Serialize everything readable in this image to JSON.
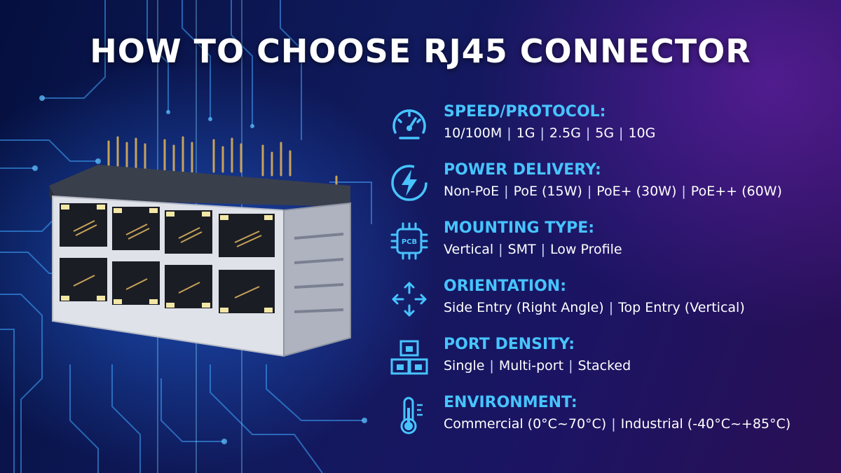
{
  "title": "HOW TO CHOOSE RJ45 CONNECTOR",
  "pcb_chip_text": "PCB",
  "features": [
    {
      "icon": "speedometer-icon",
      "title": "SPEED/PROTOCOL:",
      "options": [
        "10/100M",
        "1G",
        "2.5G",
        "5G",
        "10G"
      ]
    },
    {
      "icon": "lightning-bolt-icon",
      "title": "POWER DELIVERY:",
      "options": [
        "Non-PoE",
        "PoE (15W)",
        "PoE+ (30W)",
        "PoE++ (60W)"
      ]
    },
    {
      "icon": "pcb-chip-icon",
      "title": "MOUNTING TYPE:",
      "options": [
        "Vertical",
        "SMT",
        "Low Profile"
      ]
    },
    {
      "icon": "four-way-arrows-icon",
      "title": "ORIENTATION:",
      "options": [
        "Side Entry (Right Angle)",
        "Top Entry (Vertical)"
      ]
    },
    {
      "icon": "stacked-ports-icon",
      "title": "PORT DENSITY:",
      "options": [
        "Single",
        "Multi-port",
        "Stacked"
      ]
    },
    {
      "icon": "thermometer-icon",
      "title": "ENVIRONMENT:",
      "options": [
        "Commercial (0°C~70°C)",
        "Industrial (-40°C~+85°C)"
      ]
    }
  ],
  "colors": {
    "accent": "#47c4ff",
    "text": "#ffffff",
    "bg_dark": "#05103f",
    "bg_purple": "#2a0f55"
  }
}
